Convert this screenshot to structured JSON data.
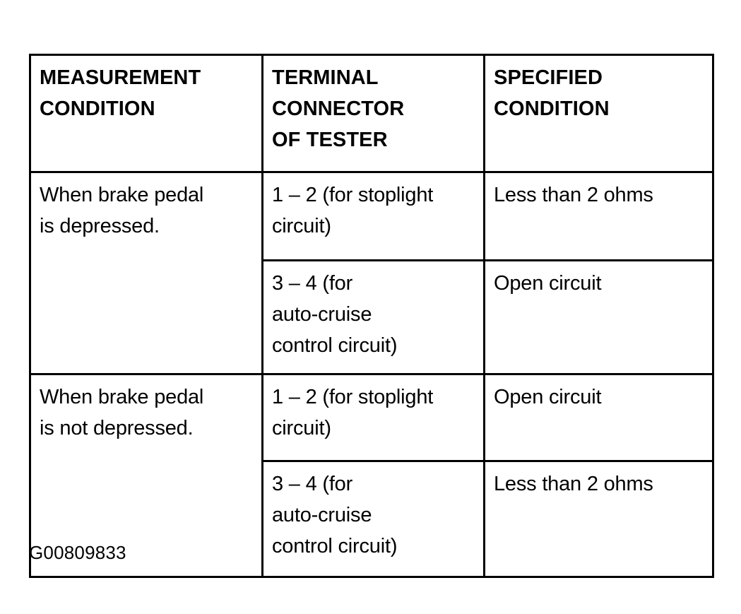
{
  "table": {
    "columns": [
      {
        "id": "measurement-condition",
        "header_lines": [
          "MEASUREMENT",
          "CONDITION"
        ]
      },
      {
        "id": "terminal-connector-of-tester",
        "header_lines": [
          "TERMINAL",
          "CONNECTOR",
          "OF TESTER"
        ]
      },
      {
        "id": "specified-condition",
        "header_lines": [
          "SPECIFIED",
          "CONDITION"
        ]
      }
    ],
    "groups": [
      {
        "measurement_condition_lines": [
          "When brake pedal",
          "is depressed."
        ],
        "rows": [
          {
            "terminal_lines": [
              "1 – 2 (for stoplight",
              "circuit)"
            ],
            "specified_lines": [
              "Less than 2 ohms"
            ]
          },
          {
            "terminal_lines": [
              "3 – 4 (for",
              "auto-cruise",
              "control circuit)"
            ],
            "specified_lines": [
              "Open circuit"
            ]
          }
        ]
      },
      {
        "measurement_condition_lines": [
          "When brake pedal",
          "is not depressed."
        ],
        "rows": [
          {
            "terminal_lines": [
              "1 – 2 (for stoplight",
              "circuit)"
            ],
            "specified_lines": [
              "Open circuit"
            ]
          },
          {
            "terminal_lines": [
              "3 – 4 (for",
              "auto-cruise",
              "control circuit)"
            ],
            "specified_lines": [
              "Less than 2 ohms"
            ]
          }
        ]
      }
    ]
  },
  "caption": "G00809833",
  "colors": {
    "ink": "#000000",
    "paper": "#ffffff"
  }
}
